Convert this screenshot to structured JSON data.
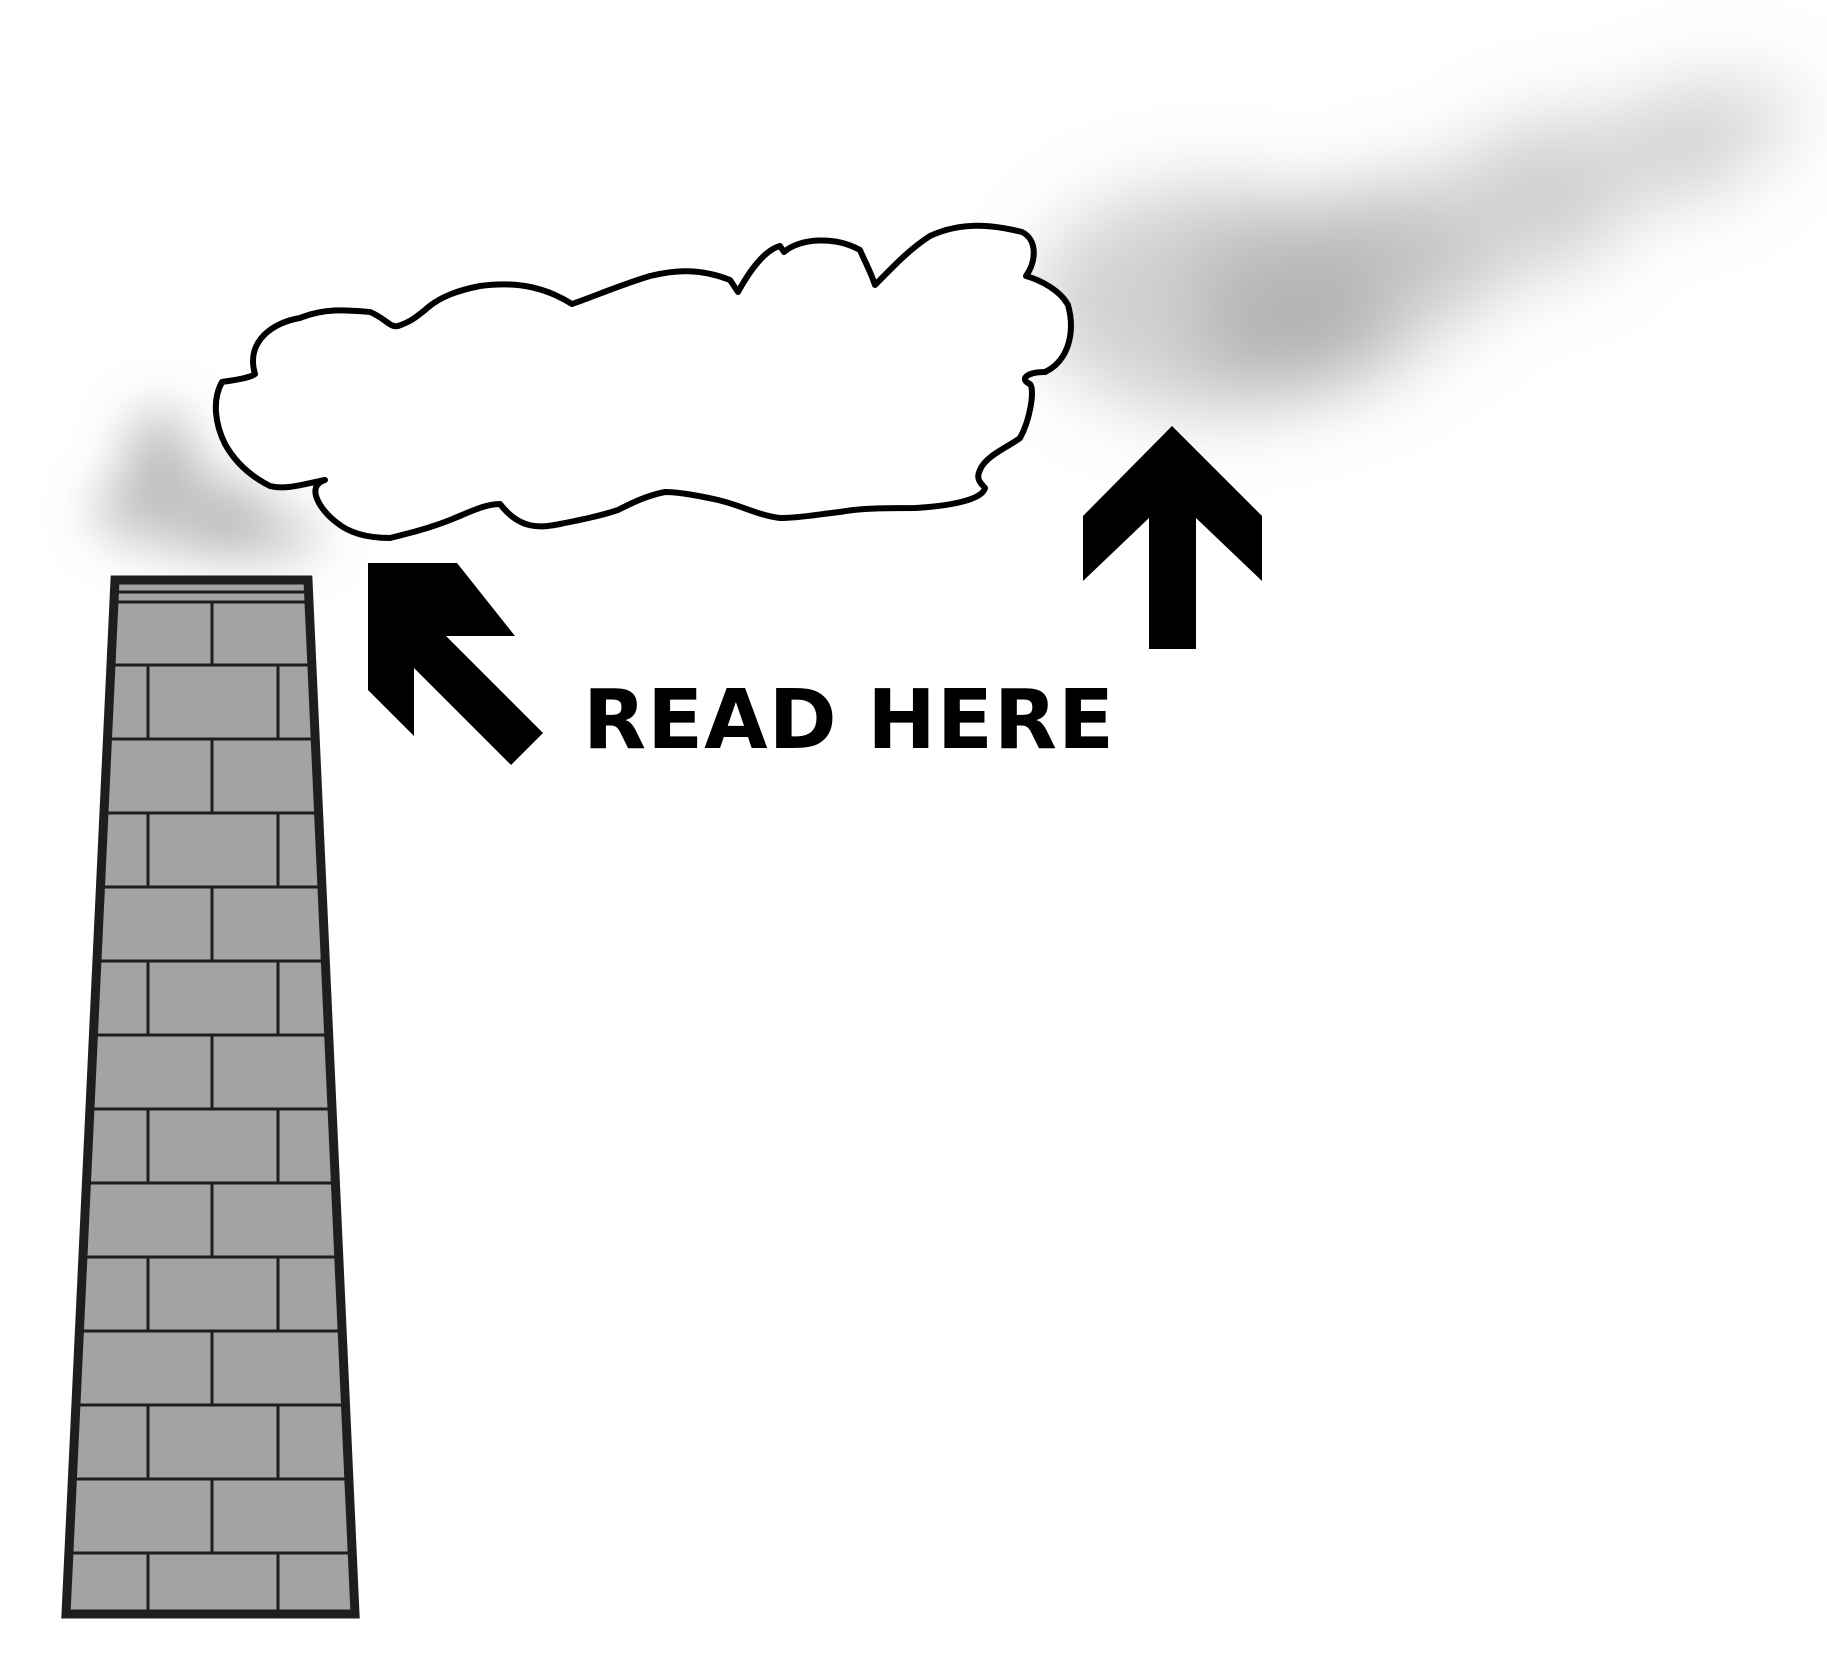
{
  "caption": "READ HERE",
  "colors": {
    "ink": "#000000",
    "background": "#ffffff",
    "brick": "#a3a3a3",
    "mortar": "#1e1e1e",
    "smoke": "#9a9a9a",
    "cloud_fill": "#ffffff"
  },
  "icons": [
    "chimney",
    "smoke-plume",
    "cloud-outline",
    "arrow-up-left",
    "arrow-up"
  ]
}
